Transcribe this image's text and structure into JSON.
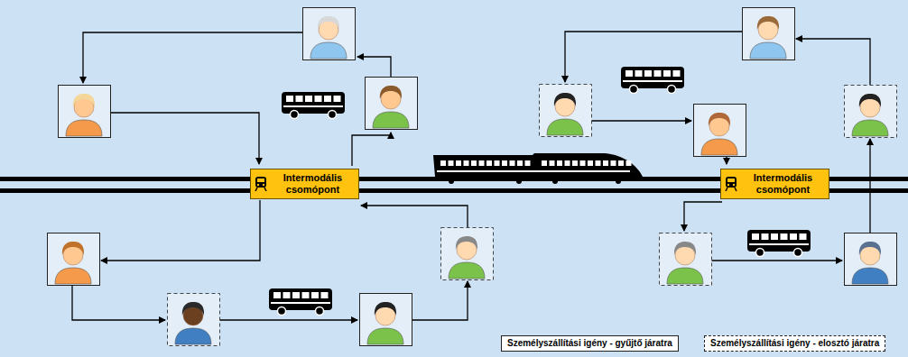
{
  "diagram": {
    "nodes": [
      {
        "text": [
          "Intermodális csomópont"
        ]
      },
      {
        "text": [
          "Intermodális csomópont"
        ]
      }
    ],
    "legend": [
      {
        "text": "Személyszállítási igény - gyűjtő járatra"
      },
      {
        "text": "Személyszállítási igény - elosztó járatra"
      }
    ]
  }
}
